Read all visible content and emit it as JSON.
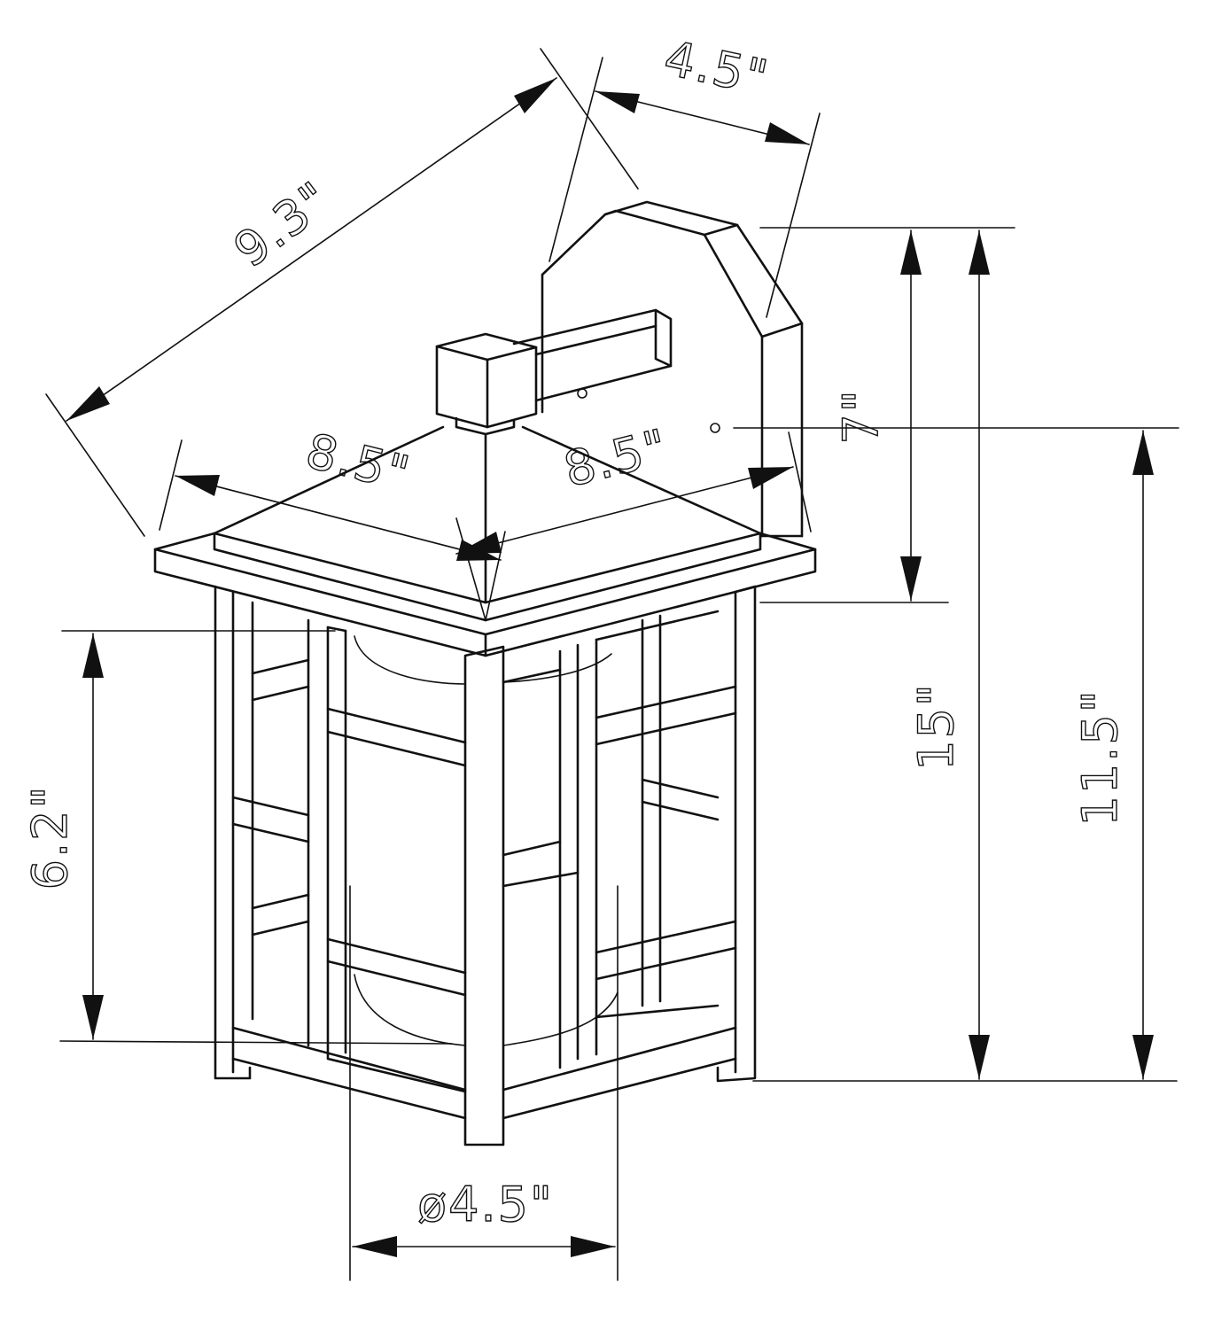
{
  "diagram": {
    "title": "",
    "stroke_color": "#111111",
    "background": "#ffffff"
  },
  "dimensions": {
    "diagonal_depth": "9.3\"",
    "backplate_width": "4.5\"",
    "roof_left": "8.5\"",
    "roof_right": "8.5\"",
    "backplate_height": "7\"",
    "overall_height": "15\"",
    "body_height": "11.5\"",
    "glass_height": "6.2\"",
    "glass_diameter": "ø4.5\""
  }
}
